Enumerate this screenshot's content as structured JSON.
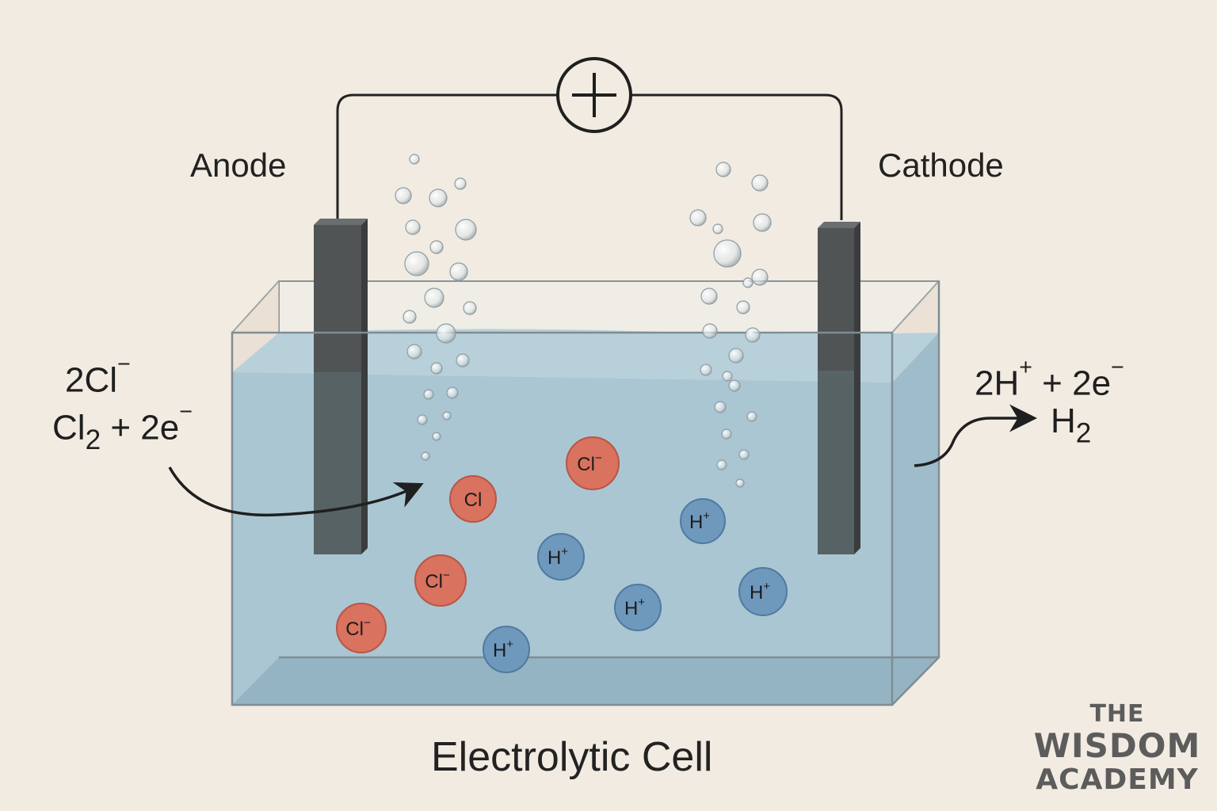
{
  "labels": {
    "anode": "Anode",
    "cathode": "Cathode",
    "caption": "Electrolytic Cell"
  },
  "anode_reaction": {
    "reactant": "2Cl",
    "reactant_charge": "−",
    "product_base": "Cl",
    "product_subscript": "2",
    "product_rest": " + 2e",
    "product_charge": "−"
  },
  "cathode_reaction": {
    "reactant_h": "2H",
    "reactant_h_charge": "+",
    "reactant_rest": " + 2e",
    "reactant_rest_charge": "−",
    "product_base": "H",
    "product_subscript": "2"
  },
  "power_source_symbol": "+",
  "ions": [
    {
      "symbol": "Cl",
      "charge": "−",
      "type": "anion"
    },
    {
      "symbol": "Cl",
      "charge": "",
      "type": "atom"
    },
    {
      "symbol": "Cl",
      "charge": "−",
      "type": "anion"
    },
    {
      "symbol": "Cl",
      "charge": "−",
      "type": "anion"
    },
    {
      "symbol": "H",
      "charge": "+",
      "type": "cation"
    },
    {
      "symbol": "H",
      "charge": "+",
      "type": "cation"
    },
    {
      "symbol": "H",
      "charge": "+",
      "type": "cation"
    },
    {
      "symbol": "H",
      "charge": "+",
      "type": "cation"
    },
    {
      "symbol": "H",
      "charge": "+",
      "type": "cation"
    }
  ],
  "logo": {
    "line1": "THE",
    "line2": "WISDOM",
    "line3": "ACADEMY"
  },
  "colors": {
    "background": "#f1ebe2",
    "electrolyte": "#a9c7d3",
    "electrode": "#4f5253",
    "anion": "#d9725e",
    "cation": "#6f98bd",
    "wire": "#222222"
  }
}
